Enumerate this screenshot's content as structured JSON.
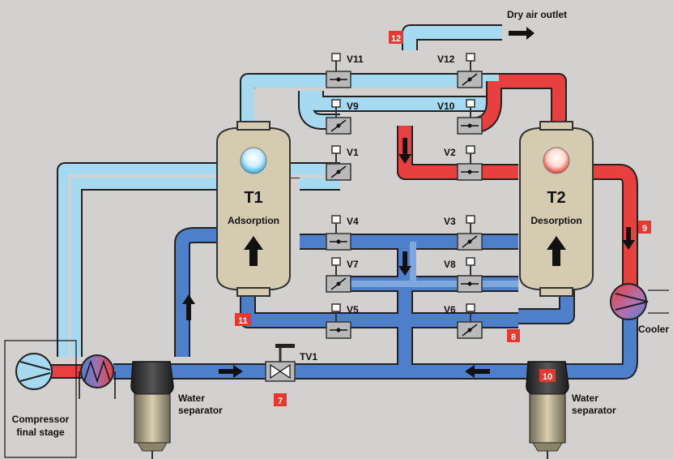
{
  "labels": {
    "dry_air_outlet": "Dry air outlet",
    "compressor_line1": "Compressor",
    "compressor_line2": "final stage",
    "water_sep_left_line1": "Water",
    "water_sep_left_line2": "separator",
    "water_sep_right_line1": "Water",
    "water_sep_right_line2": "separator",
    "cooler": "Cooler",
    "tv1": "TV1"
  },
  "tanks": {
    "t1": {
      "name": "T1",
      "mode": "Adsorption"
    },
    "t2": {
      "name": "T2",
      "mode": "Desorption"
    }
  },
  "valves": {
    "v1": "V1",
    "v2": "V2",
    "v3": "V3",
    "v4": "V4",
    "v5": "V5",
    "v6": "V6",
    "v7": "V7",
    "v8": "V8",
    "v9": "V9",
    "v10": "V10",
    "v11": "V11",
    "v12": "V12"
  },
  "markers": {
    "m7": "7",
    "m8": "8",
    "m9": "9",
    "m10": "10",
    "m11": "11",
    "m12": "12"
  },
  "colors": {
    "background": "#d2d1cf",
    "dry_air": "#a6daf0",
    "wet_air": "#4d7fcb",
    "wet_air_light": "#7da7dd",
    "regeneration_hot": "#e8403e",
    "tank_fill": "#d4cbb0",
    "marker": "#e5392f",
    "valve_body": "#b9b9b9"
  }
}
